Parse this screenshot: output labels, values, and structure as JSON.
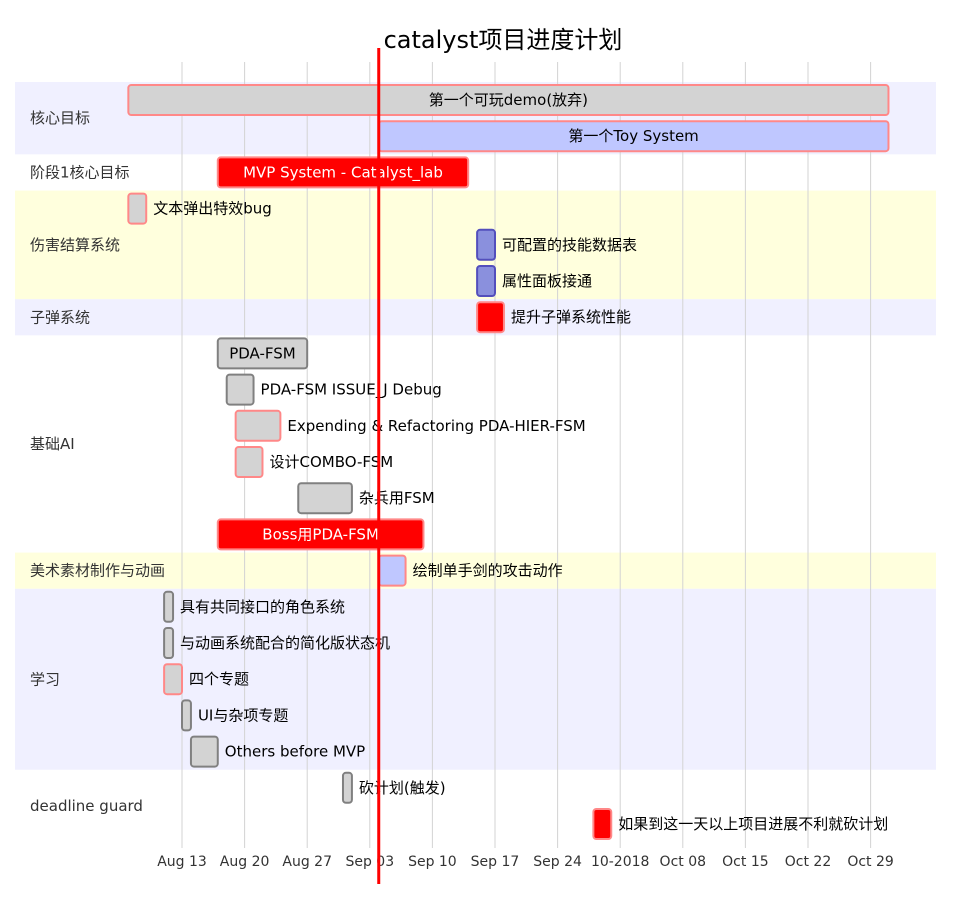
{
  "chart_data": {
    "type": "gantt",
    "title": "catalyst项目进度计划",
    "today": "2018-09-04",
    "x_range": [
      "2018-08-06",
      "2018-11-05"
    ],
    "ticks": [
      {
        "date": "2018-08-13",
        "label": "Aug 13"
      },
      {
        "date": "2018-08-20",
        "label": "Aug 20"
      },
      {
        "date": "2018-08-27",
        "label": "Aug 27"
      },
      {
        "date": "2018-09-03",
        "label": "Sep 03"
      },
      {
        "date": "2018-09-10",
        "label": "Sep 10"
      },
      {
        "date": "2018-09-17",
        "label": "Sep 17"
      },
      {
        "date": "2018-09-24",
        "label": "Sep 24"
      },
      {
        "date": "2018-10-01",
        "label": "10-2018"
      },
      {
        "date": "2018-10-08",
        "label": "Oct 08"
      },
      {
        "date": "2018-10-15",
        "label": "Oct 15"
      },
      {
        "date": "2018-10-22",
        "label": "Oct 22"
      },
      {
        "date": "2018-10-29",
        "label": "Oct 29"
      }
    ],
    "sections": [
      {
        "name": "核心目标",
        "bg": "#f0f0ff",
        "tasks": [
          {
            "label": "第一个可玩demo(放弃)",
            "start": "2018-08-07",
            "end": "2018-10-31",
            "status": "done-crit",
            "text_inside": true
          },
          {
            "label": "第一个Toy System",
            "start": "2018-09-04",
            "end": "2018-10-31",
            "status": "active-crit",
            "text_inside": true
          }
        ]
      },
      {
        "name": "阶段1核心目标",
        "bg": "#ffffff",
        "tasks": [
          {
            "label": "MVP System - Catalyst_lab",
            "start": "2018-08-17",
            "end": "2018-09-14",
            "status": "crit",
            "text_inside": true
          }
        ]
      },
      {
        "name": "伤害结算系统",
        "bg": "#ffffdd",
        "tasks": [
          {
            "label": "文本弹出特效bug",
            "start": "2018-08-07",
            "end": "2018-08-09",
            "status": "done-crit"
          },
          {
            "label": "可配置的技能数据表",
            "start": "2018-09-15",
            "end": "2018-09-17",
            "status": "active"
          },
          {
            "label": "属性面板接通",
            "start": "2018-09-15",
            "end": "2018-09-17",
            "status": "active"
          }
        ]
      },
      {
        "name": "子弹系统",
        "bg": "#f0f0ff",
        "tasks": [
          {
            "label": "提升子弹系统性能",
            "start": "2018-09-15",
            "end": "2018-09-18",
            "status": "crit"
          }
        ]
      },
      {
        "name": "基础AI",
        "bg": "#ffffff",
        "tasks": [
          {
            "label": "PDA-FSM",
            "start": "2018-08-17",
            "end": "2018-08-27",
            "status": "done",
            "text_inside": true
          },
          {
            "label": "PDA-FSM ISSUE_J Debug",
            "start": "2018-08-18",
            "end": "2018-08-21",
            "status": "done"
          },
          {
            "label": "Expending & Refactoring PDA-HIER-FSM",
            "start": "2018-08-19",
            "end": "2018-08-24",
            "status": "done-crit"
          },
          {
            "label": "设计COMBO-FSM",
            "start": "2018-08-19",
            "end": "2018-08-22",
            "status": "done-crit"
          },
          {
            "label": "杂兵用FSM",
            "start": "2018-08-26",
            "end": "2018-09-01",
            "status": "done"
          },
          {
            "label": "Boss用PDA-FSM",
            "start": "2018-08-17",
            "end": "2018-09-09",
            "status": "crit",
            "text_inside": true
          }
        ]
      },
      {
        "name": "美术素材制作与动画",
        "bg": "#ffffdd",
        "tasks": [
          {
            "label": "绘制单手剑的攻击动作",
            "start": "2018-09-04",
            "end": "2018-09-07",
            "status": "active-crit"
          }
        ]
      },
      {
        "name": "学习",
        "bg": "#f0f0ff",
        "tasks": [
          {
            "label": "具有共同接口的角色系统",
            "start": "2018-08-11",
            "end": "2018-08-12",
            "status": "done"
          },
          {
            "label": "与动画系统配合的简化版状态机",
            "start": "2018-08-11",
            "end": "2018-08-12",
            "status": "done"
          },
          {
            "label": "四个专题",
            "start": "2018-08-11",
            "end": "2018-08-13",
            "status": "done-crit"
          },
          {
            "label": "UI与杂项专题",
            "start": "2018-08-13",
            "end": "2018-08-14",
            "status": "done"
          },
          {
            "label": "Others before MVP",
            "start": "2018-08-14",
            "end": "2018-08-17",
            "status": "done"
          }
        ]
      },
      {
        "name": "deadline guard",
        "bg": "#ffffff",
        "tasks": [
          {
            "label": "砍计划(触发)",
            "start": "2018-08-31",
            "end": "2018-09-01",
            "status": "done"
          },
          {
            "label": "如果到这一天以上项目进展不利就砍计划",
            "start": "2018-09-28",
            "end": "2018-09-30",
            "status": "crit"
          }
        ]
      }
    ]
  },
  "colors": {
    "done": {
      "fill": "#d3d3d3",
      "stroke": "#808080",
      "text": "#000000"
    },
    "done-crit": {
      "fill": "#d3d3d3",
      "stroke": "#ff8888",
      "text": "#000000"
    },
    "active": {
      "fill": "#8a90dd",
      "stroke": "#534fbc",
      "text": "#000000"
    },
    "active-crit": {
      "fill": "#bfc7ff",
      "stroke": "#ff8888",
      "text": "#000000"
    },
    "crit": {
      "fill": "#ff0000",
      "stroke": "#ff8888",
      "text": "#ffffff"
    },
    "today": "#ff0000",
    "grid": "#d3d3d3"
  }
}
